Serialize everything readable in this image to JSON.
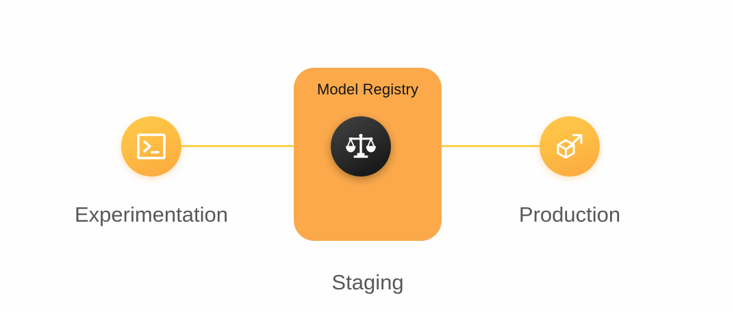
{
  "diagram": {
    "title": "",
    "background_color": "#fefefe",
    "nodes": [
      {
        "id": "experimentation",
        "label": "Experimentation",
        "icon": "terminal-icon",
        "shape": "circle",
        "color": "#fdbe44",
        "label_color": "#585858"
      },
      {
        "id": "staging",
        "label": "Staging",
        "panel_title": "Model Registry",
        "icon": "balance-scales-icon",
        "shape": "circle-on-rounded-panel",
        "color": "#1a1a1a",
        "panel_color": "#fba94b",
        "label_color": "#585858",
        "panel_title_color": "#141414"
      },
      {
        "id": "production",
        "label": "Production",
        "icon": "cube-deploy-arrow-icon",
        "shape": "circle",
        "color": "#fdbe44",
        "label_color": "#585858"
      }
    ],
    "connectors": [
      {
        "id": "experimentation-to-staging",
        "from": "experimentation",
        "to": "staging",
        "color": "#fcd24a"
      },
      {
        "id": "staging-to-production",
        "from": "staging",
        "to": "production",
        "color": "#fcd24a"
      }
    ]
  }
}
